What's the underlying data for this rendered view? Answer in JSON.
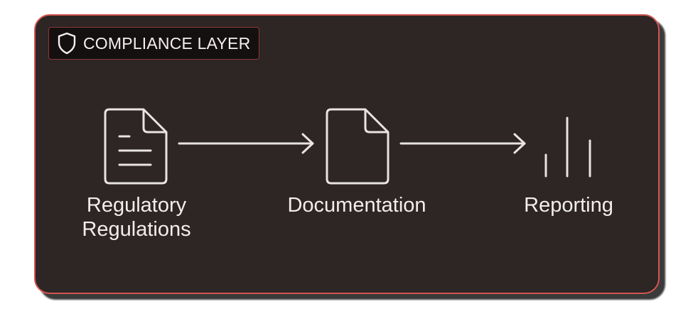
{
  "badge": {
    "icon": "shield-icon",
    "label": "COMPLIANCE LAYER"
  },
  "nodes": [
    {
      "icon": "document-lines-icon",
      "label": "Regulatory\nRegulations"
    },
    {
      "icon": "document-icon",
      "label": "Documentation"
    },
    {
      "icon": "bar-chart-icon",
      "label": "Reporting"
    }
  ],
  "colors": {
    "panel_bg": "#2e2525",
    "panel_border": "#d4564f",
    "stroke": "#e8e4e2",
    "text": "#f2eeee"
  }
}
